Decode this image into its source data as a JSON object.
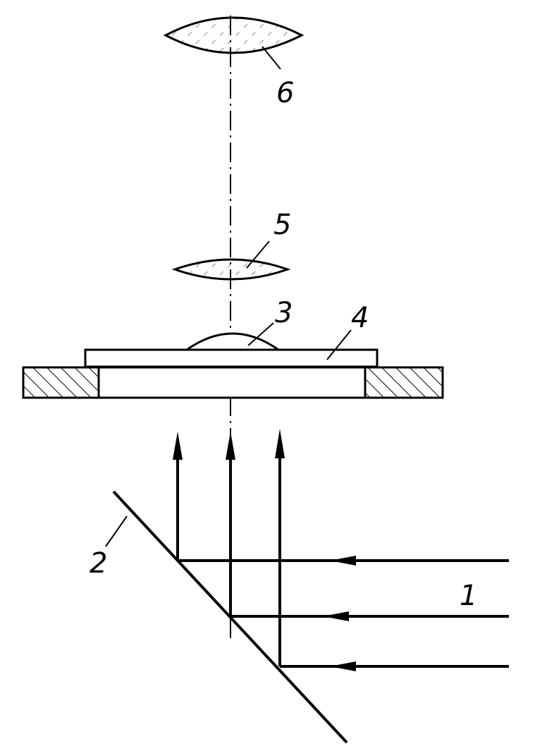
{
  "labels": {
    "incident_light": "1",
    "mirror": "2",
    "specimen": "3",
    "slide": "4",
    "objective_lens": "5",
    "eyepiece_lens": "6"
  },
  "colors": {
    "ink": "#000000",
    "paper": "#ffffff"
  }
}
